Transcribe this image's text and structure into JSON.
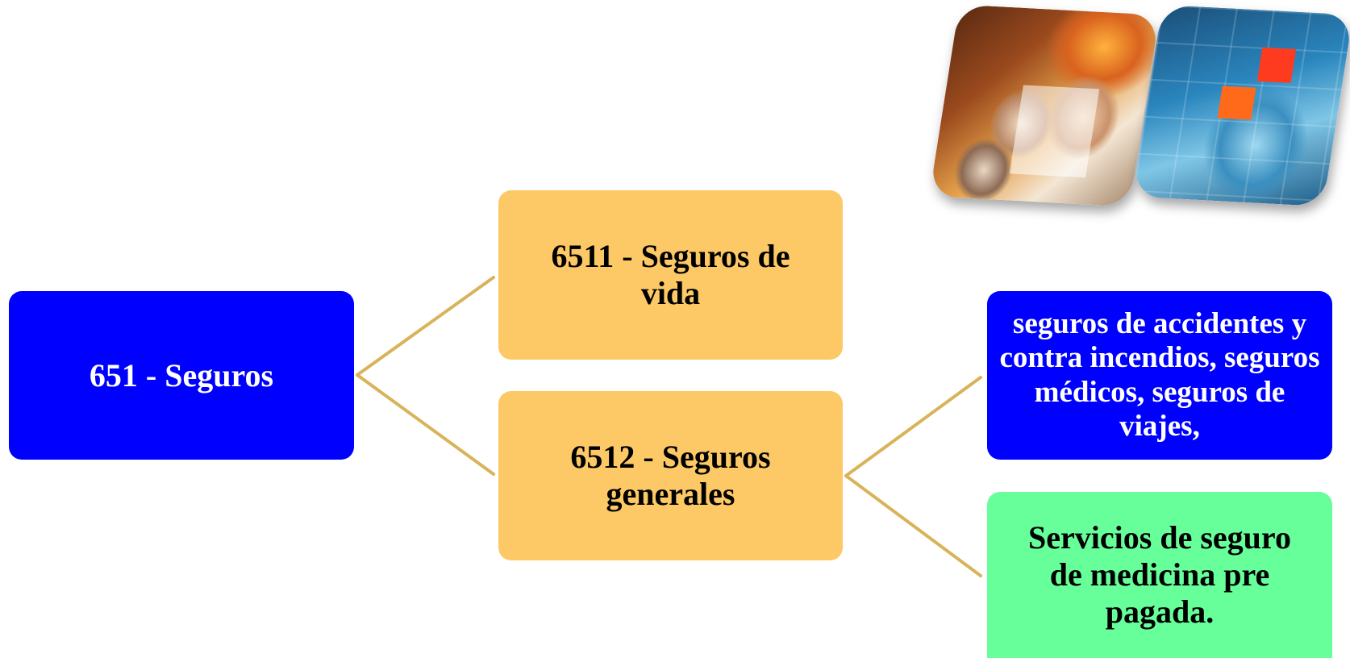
{
  "diagram": {
    "root": {
      "label": "651 - Seguros"
    },
    "children": [
      {
        "label": "6511 - Seguros de vida"
      },
      {
        "label": "6512 - Seguros generales",
        "children": [
          {
            "label": "seguros de accidentes y contra incendios, seguros médicos, seguros de viajes,"
          },
          {
            "label": "Servicios de seguro de medicina pre pagada."
          }
        ]
      }
    ]
  },
  "colors": {
    "level0": "#0000ff",
    "level1": "#fdc966",
    "level2_first": "#0000ff",
    "level2_second": "#66ff99",
    "connector": "#d9b35a"
  },
  "images": {
    "collage": "insurance-photo-collage"
  }
}
